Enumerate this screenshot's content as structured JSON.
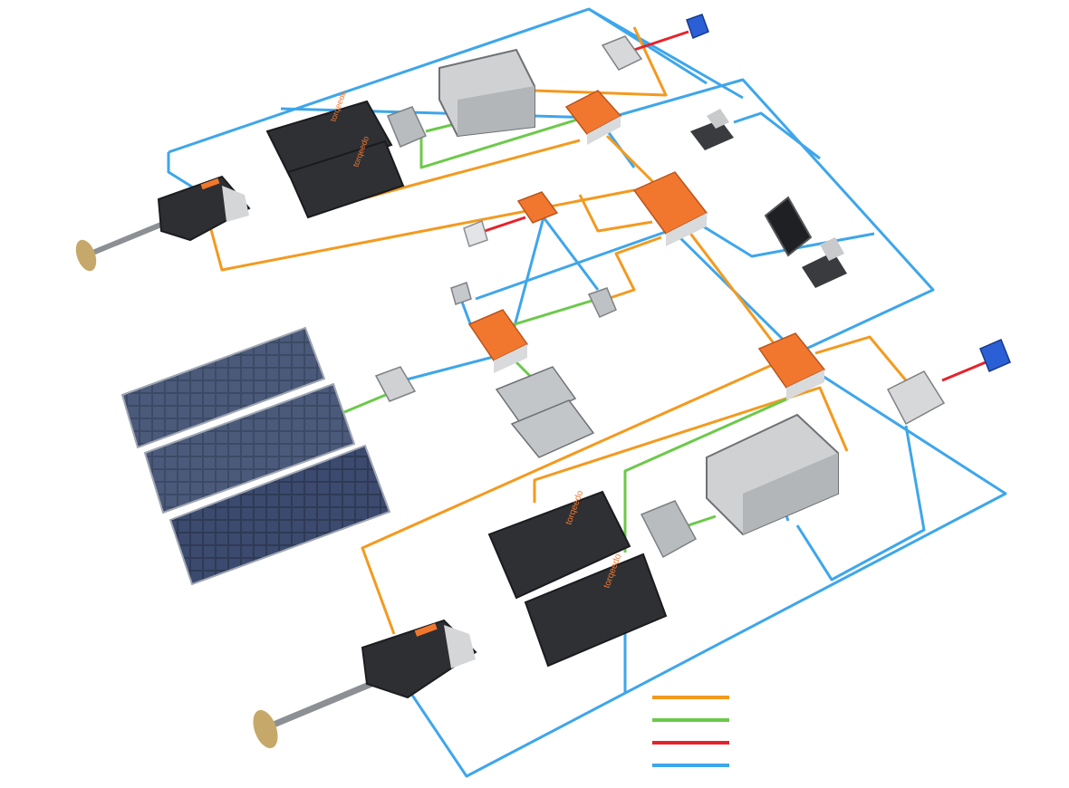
{
  "brand_text": "torqeedo",
  "colors": {
    "orange": "#f39a1f",
    "green": "#6cc94a",
    "red": "#e5232b",
    "blue": "#3ea6ea",
    "hub": "#f2772e",
    "device_dark": "#2e2f33",
    "device_grey": "#c9cbcd",
    "solar": "#3d4a66"
  },
  "legend": [
    {
      "color": "orange",
      "label": ""
    },
    {
      "color": "green",
      "label": ""
    },
    {
      "color": "red",
      "label": ""
    },
    {
      "color": "blue",
      "label": ""
    }
  ],
  "nodes": [
    {
      "id": "motor-top",
      "type": "outboard-pod-motor"
    },
    {
      "id": "motor-bottom",
      "type": "outboard-pod-motor"
    },
    {
      "id": "battery-pack-top-1",
      "type": "lithium-battery"
    },
    {
      "id": "battery-pack-top-2",
      "type": "lithium-battery"
    },
    {
      "id": "battery-pack-bottom-1",
      "type": "lithium-battery"
    },
    {
      "id": "battery-pack-bottom-2",
      "type": "lithium-battery"
    },
    {
      "id": "aux-battery-top",
      "type": "12v-battery"
    },
    {
      "id": "aux-battery-bottom",
      "type": "12v-battery"
    },
    {
      "id": "charger-top",
      "type": "charger-cabinet"
    },
    {
      "id": "charger-bottom",
      "type": "charger-cabinet"
    },
    {
      "id": "shore-charger-top",
      "type": "shore-charger"
    },
    {
      "id": "shore-charger-bottom",
      "type": "shore-charger"
    },
    {
      "id": "shore-inlet-top",
      "type": "shore-power-inlet"
    },
    {
      "id": "shore-inlet-bottom",
      "type": "shore-power-inlet"
    },
    {
      "id": "hub-a",
      "type": "junction-box"
    },
    {
      "id": "hub-b",
      "type": "junction-box"
    },
    {
      "id": "hub-c",
      "type": "junction-box"
    },
    {
      "id": "hub-d",
      "type": "junction-box"
    },
    {
      "id": "small-junction",
      "type": "junction-box"
    },
    {
      "id": "throttle-top",
      "type": "throttle"
    },
    {
      "id": "throttle-bottom",
      "type": "throttle"
    },
    {
      "id": "display-tablet",
      "type": "display"
    },
    {
      "id": "outlet",
      "type": "socket"
    },
    {
      "id": "inverter",
      "type": "inverter"
    },
    {
      "id": "switch",
      "type": "switch"
    },
    {
      "id": "power-bank-twin",
      "type": "power-bank"
    },
    {
      "id": "solar-controller",
      "type": "solar-controller"
    },
    {
      "id": "solar-panel-1",
      "type": "solar-panel"
    },
    {
      "id": "solar-panel-2",
      "type": "solar-panel"
    },
    {
      "id": "solar-panel-3",
      "type": "solar-panel"
    }
  ]
}
